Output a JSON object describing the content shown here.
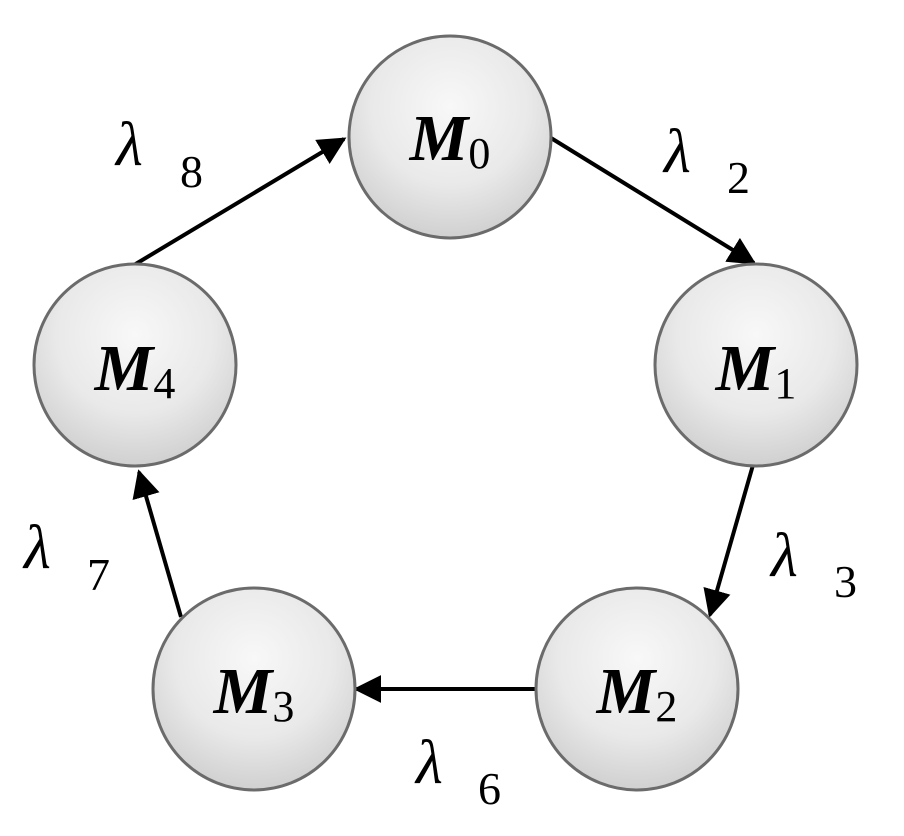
{
  "nodes": [
    {
      "id": "m0",
      "letter": "M",
      "subscript": "0"
    },
    {
      "id": "m1",
      "letter": "M",
      "subscript": "1"
    },
    {
      "id": "m2",
      "letter": "M",
      "subscript": "2"
    },
    {
      "id": "m3",
      "letter": "M",
      "subscript": "3"
    },
    {
      "id": "m4",
      "letter": "M",
      "subscript": "4"
    }
  ],
  "transitions": [
    {
      "from": "m0",
      "to": "m1",
      "symbol": "λ",
      "subscript": "2"
    },
    {
      "from": "m1",
      "to": "m2",
      "symbol": "λ",
      "subscript": "3"
    },
    {
      "from": "m2",
      "to": "m3",
      "symbol": "λ",
      "subscript": "6"
    },
    {
      "from": "m3",
      "to": "m4",
      "symbol": "λ",
      "subscript": "7"
    },
    {
      "from": "m4",
      "to": "m0",
      "symbol": "λ",
      "subscript": "8"
    }
  ],
  "colors": {
    "node_fill_top": "#f7f7f7",
    "node_fill_bottom": "#d2d2d2",
    "node_stroke": "#6b6b6b",
    "arrow": "#000000",
    "text": "#000000"
  }
}
